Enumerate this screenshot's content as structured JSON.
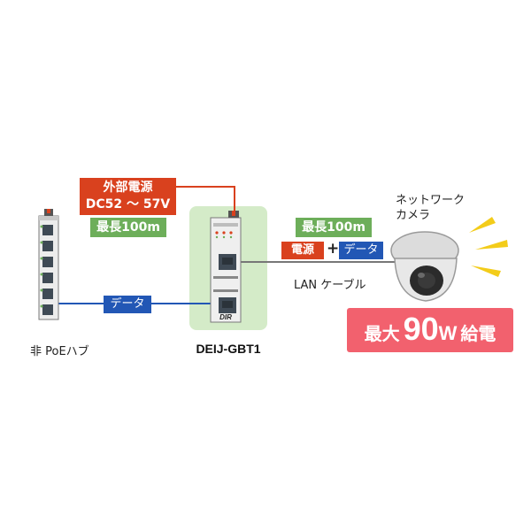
{
  "colors": {
    "red": "#d9411e",
    "green": "#6dae5a",
    "blue": "#2257b5",
    "highlight": "#d4ebc8",
    "pink": "#f2616e"
  },
  "hub": {
    "label": "非 PoEハブ"
  },
  "device": {
    "label": "DEIJ-GBT1",
    "logo": "DIR"
  },
  "camera": {
    "label_line1": "ネットワーク",
    "label_line2": "カメラ"
  },
  "external_power": {
    "line1": "外部電源",
    "line2": "DC52 ～ 57V"
  },
  "max_length_left": "最長100m",
  "max_length_right": "最長100m",
  "data_left": "データ",
  "power_tag": "電源",
  "plus": "+",
  "data_right": "データ",
  "cable_label": "LAN ケーブル",
  "max_power": {
    "prefix": "最大",
    "value": "90",
    "unit": "W",
    "suffix": "給電"
  }
}
